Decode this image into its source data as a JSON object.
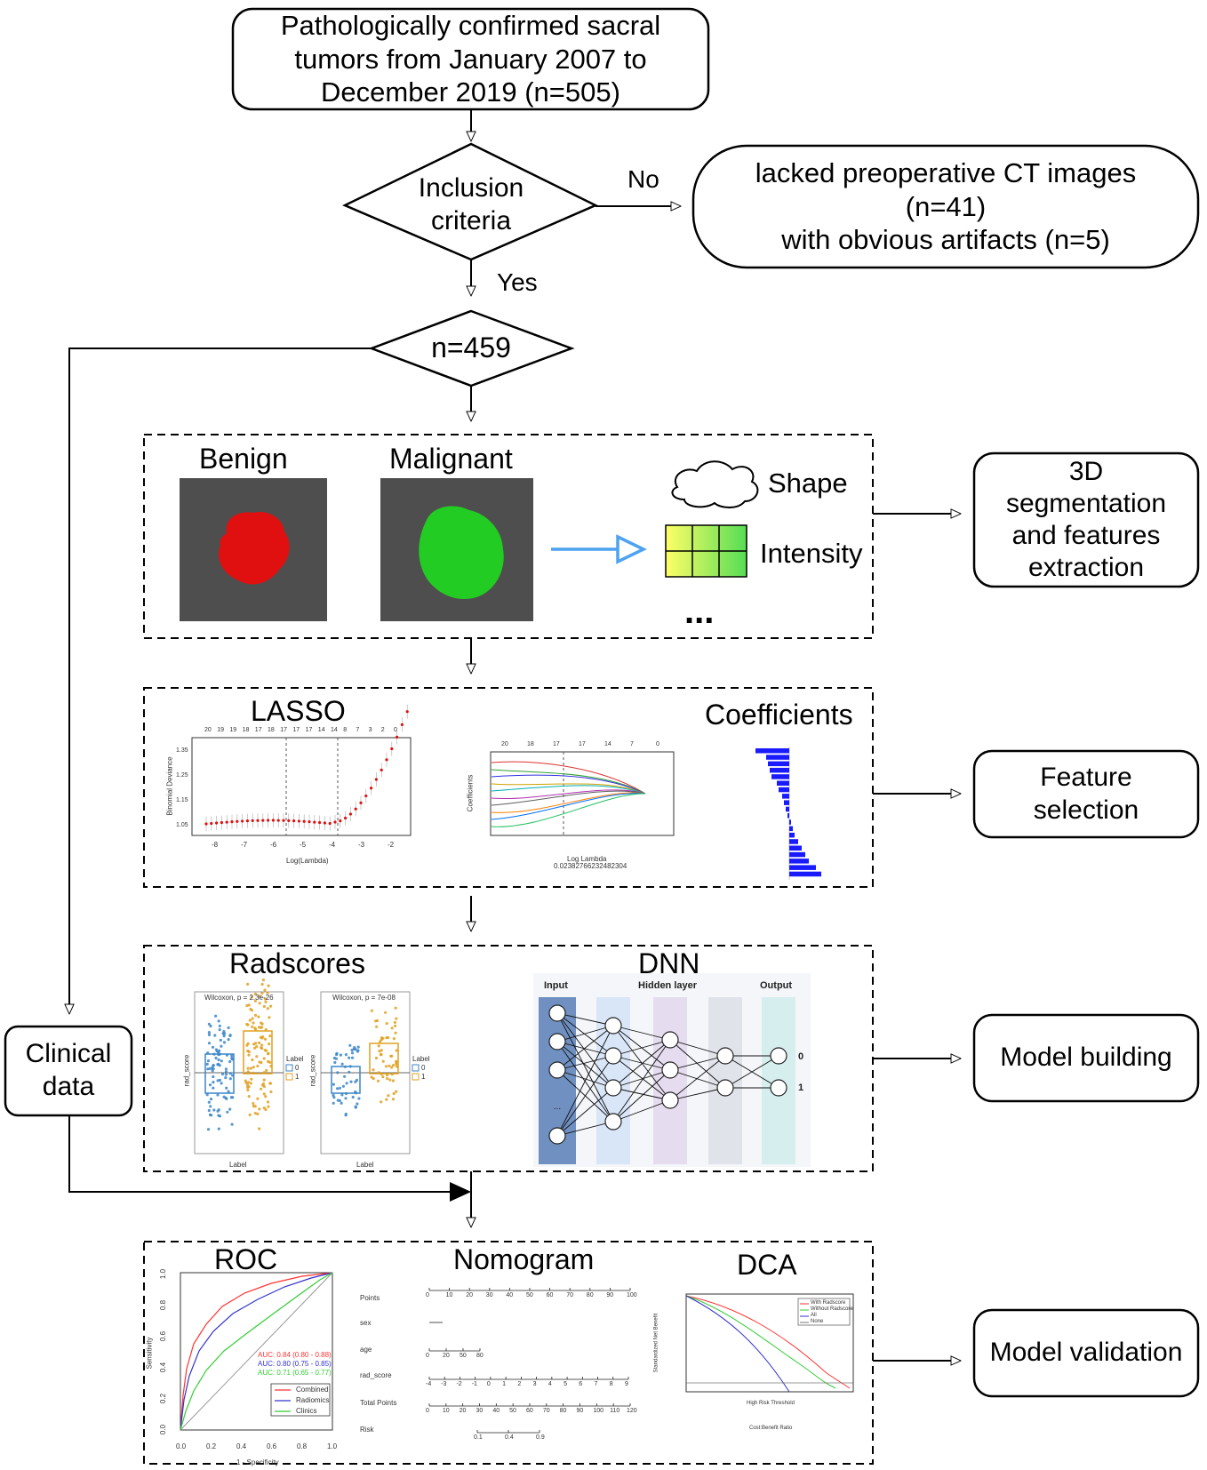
{
  "nodes": {
    "start": {
      "lines": [
        "Pathologically confirmed sacral",
        "tumors from January 2007 to",
        "December 2019 (n=505)"
      ]
    },
    "inclusion": {
      "lines": [
        "Inclusion",
        "criteria"
      ]
    },
    "excluded": {
      "lines": [
        "lacked preoperative CT images",
        "(n=41)",
        "with obvious artifacts (n=5)"
      ]
    },
    "n459": {
      "label": "n=459"
    },
    "clinical": {
      "lines": [
        "Clinical",
        "data"
      ]
    },
    "seg": {
      "lines": [
        "3D",
        "segmentation",
        "and features",
        "extraction"
      ]
    },
    "featsel": {
      "lines": [
        "Feature",
        "selection"
      ]
    },
    "modelbuild": {
      "label": "Model building"
    },
    "modelval": {
      "label": "Model validation"
    }
  },
  "edges": {
    "no": "No",
    "yes": "Yes"
  },
  "panels": {
    "segmentation": {
      "benign": "Benign",
      "malignant": "Malignant",
      "shape": "Shape",
      "intensity": "Intensity",
      "more": "..."
    },
    "lasso": {
      "title": "LASSO",
      "coefficients_title": "Coefficients",
      "top_ticks": [
        "20",
        "19",
        "19",
        "18",
        "17",
        "18",
        "17",
        "17",
        "17",
        "14",
        "14",
        "8",
        "7",
        "3",
        "2",
        "0"
      ],
      "x_ticks": [
        "-8",
        "-7",
        "-6",
        "-5",
        "-4",
        "-3",
        "-2"
      ],
      "y_ticks": [
        "1.05",
        "1.15",
        "1.25",
        "1.35"
      ],
      "ylabel": "Binomial Deviance",
      "xlabel": "Log(Lambda)",
      "path_top_ticks": [
        "20",
        "18",
        "17",
        "17",
        "14",
        "7",
        "0"
      ],
      "path_ylabel": "Coefficients",
      "path_xlabel": "Log Lambda",
      "path_note": "0.02382766232482304"
    },
    "model": {
      "radscores": "Radscores",
      "dnn": "DNN",
      "plot1_title": "Wilcoxon, p = 2.3e-26",
      "plot2_title": "Wilcoxon, p = 7e-08",
      "xlabel": "Label",
      "ylabel": "rad_score",
      "legend_title": "Label",
      "legend_items": [
        "0",
        "1"
      ],
      "nn_input": "Input",
      "nn_hidden": "Hidden layer",
      "nn_output": "Output",
      "nn_out_labels": [
        "0",
        "1"
      ]
    },
    "validation": {
      "roc": "ROC",
      "nomogram": "Nomogram",
      "dca": "DCA",
      "roc_xlabel": "1 - Specificity",
      "roc_ylabel": "Sensitivity",
      "auc_lines": [
        "AUC: 0.84 (0.80 - 0.88)",
        "AUC: 0.80 (0.75 - 0.85)",
        "AUC: 0.71 (0.65 - 0.77)"
      ],
      "roc_legend": [
        "Combined",
        "Radiomics",
        "Clinics"
      ],
      "roc_ticks": [
        "0.0",
        "0.2",
        "0.4",
        "0.6",
        "0.8",
        "1.0"
      ],
      "nomo_rows": [
        "Points",
        "sex",
        "age",
        "rad_score",
        "Total Points",
        "Risk"
      ],
      "nomo_points": [
        "0",
        "10",
        "20",
        "30",
        "40",
        "50",
        "60",
        "70",
        "80",
        "90",
        "100"
      ],
      "nomo_age": [
        "0",
        "20",
        "50",
        "80"
      ],
      "nomo_rad": [
        "-4",
        "-3",
        "-2",
        "-1",
        "0",
        "1",
        "2",
        "3",
        "4",
        "5",
        "6",
        "7",
        "8",
        "9"
      ],
      "nomo_total": [
        "0",
        "10",
        "20",
        "30",
        "40",
        "50",
        "60",
        "70",
        "80",
        "90",
        "100",
        "110",
        "120"
      ],
      "nomo_risk": [
        "0.1",
        "0.4",
        "0.9"
      ],
      "dca_xlabel": "High Risk Threshold",
      "dca_ylabel": "Standardized Net Benefit",
      "dca_cost": "Cost:Benefit Ratio",
      "dca_legend": [
        "With Radscore",
        "Without Radscore",
        "All",
        "None"
      ]
    }
  },
  "colors": {
    "benign": "#e01010",
    "malignant": "#22cc22",
    "feature_arrow": "#4da3f0",
    "coef_bar": "#1a1aff",
    "box_blue": "#3b86c8",
    "box_orange": "#e0a020"
  }
}
